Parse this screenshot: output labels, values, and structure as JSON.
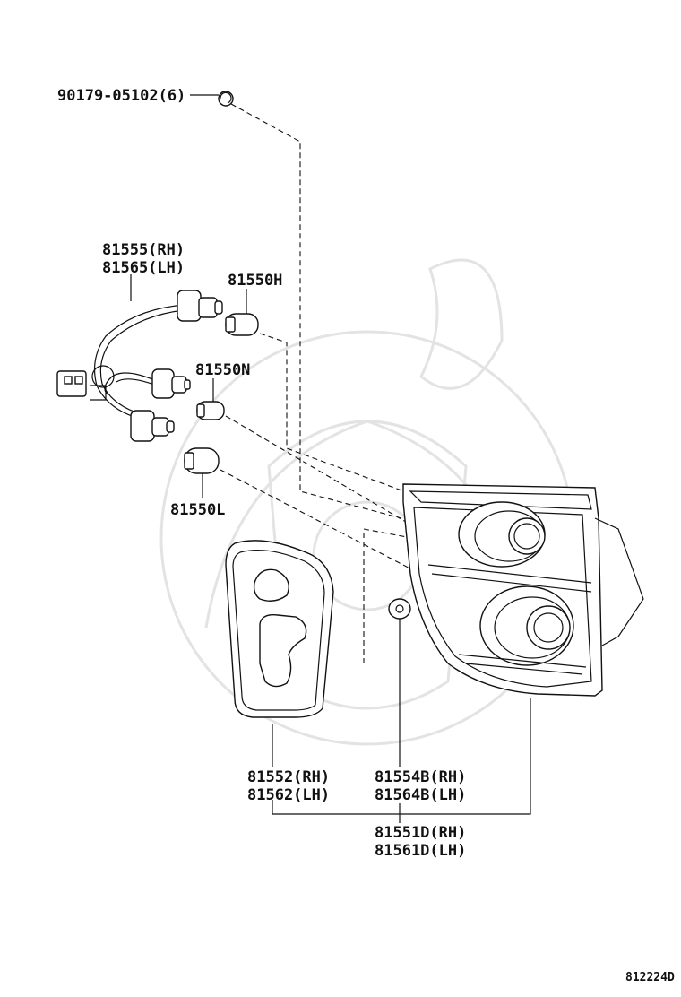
{
  "labels": {
    "screw": "90179-05102(6)",
    "socket_rh": "81555(RH)",
    "socket_lh": "81565(LH)",
    "bulb_h": "81550H",
    "bulb_n": "81550N",
    "bulb_l": "81550L",
    "gasket_rh": "81552(RH)",
    "gasket_lh": "81562(LH)",
    "washer_rh": "81554B(RH)",
    "washer_lh": "81564B(LH)",
    "lamp_rh": "81551D(RH)",
    "lamp_lh": "81561D(LH)",
    "diagram_id": "812224D"
  }
}
